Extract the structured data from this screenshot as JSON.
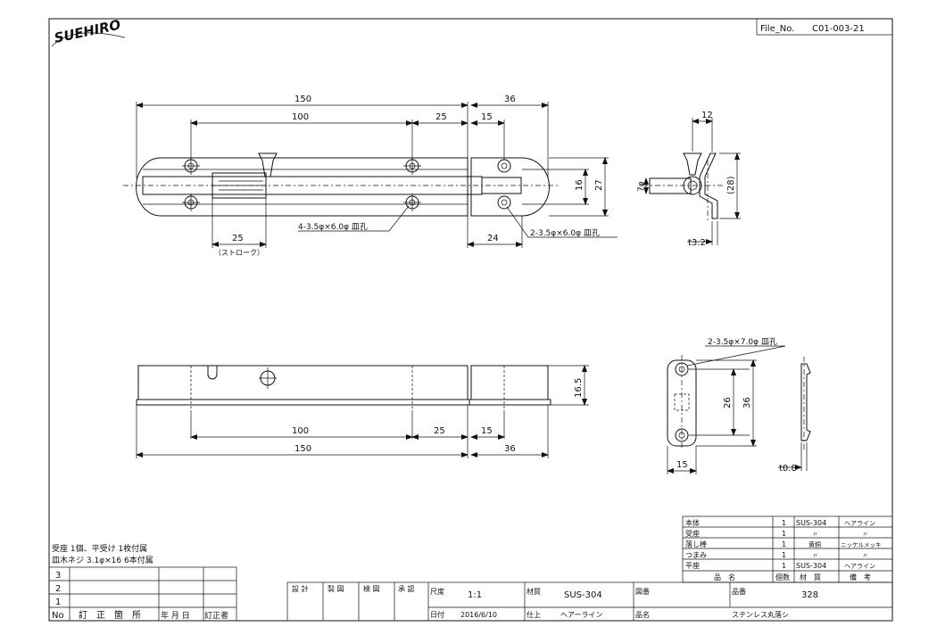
{
  "logo": "SUEHIRO",
  "file_no": {
    "label": "File_No.",
    "value": "C01-003-21"
  },
  "top_view": {
    "dims": {
      "overall": "150",
      "hole_pitch": "100",
      "hole_to_end": "25",
      "keeper_overall": "36",
      "keeper_hole": "15",
      "stroke": "25",
      "stroke_note": "（ストローク）",
      "keeper_width": "24",
      "height_inner": "16",
      "height_outer": "27"
    },
    "notes": {
      "body_holes": "4-3.5φ×6.0φ 皿孔",
      "keeper_holes": "2-3.5φ×6.0φ 皿孔"
    }
  },
  "side_view": {
    "dims": {
      "width": "12",
      "rod_dia": "7φ",
      "height": "(28)",
      "thickness": "t3.2"
    }
  },
  "front_view": {
    "dims": {
      "height": "16.5",
      "hole_pitch": "100",
      "hole_to_end": "25",
      "keeper_hole": "15",
      "overall": "150",
      "keeper_overall": "36"
    }
  },
  "plate_view": {
    "note": "2-3.5φ×7.0φ 皿孔",
    "dims": {
      "pitch": "26",
      "height": "36",
      "width": "15",
      "thickness": "t0.8"
    }
  },
  "notes": [
    "受座 1個、平受け 1枚付属",
    "皿木ネジ 3.1φ×16 6本付属"
  ],
  "parts_table": {
    "rows": [
      {
        "name": "本体",
        "qty": "1",
        "material": "SUS-304",
        "remark": "ヘアライン"
      },
      {
        "name": "受座",
        "qty": "1",
        "material": "〃",
        "remark": "〃"
      },
      {
        "name": "落し棒",
        "qty": "1",
        "material": "黄銅",
        "remark": "ニッケルメッキ"
      },
      {
        "name": "つまみ",
        "qty": "1",
        "material": "〃",
        "remark": "〃"
      },
      {
        "name": "平座",
        "qty": "1",
        "material": "SUS-304",
        "remark": "ヘアライン"
      }
    ],
    "header": {
      "name": "品　名",
      "qty": "個数",
      "material": "材　質",
      "remark": "備　考"
    }
  },
  "revision_table": {
    "rows": [
      "3",
      "2",
      "1"
    ],
    "header": {
      "no": "No",
      "item": "訂　正　箇　所",
      "date": "年 月 日",
      "by": "訂正者"
    }
  },
  "title_block": {
    "roles": [
      "設 計",
      "製 図",
      "検 図",
      "承 認"
    ],
    "scale_label": "尺度",
    "scale": "1:1",
    "material_label": "材質",
    "material": "SUS-304",
    "drawing_label": "図番",
    "part_no_label": "品番",
    "part_no": "328",
    "date_label": "日付",
    "date": "2016/6/10",
    "finish_label": "仕上",
    "finish": "ヘアーライン",
    "name_label": "品名",
    "name": "ステンレス丸落シ"
  }
}
